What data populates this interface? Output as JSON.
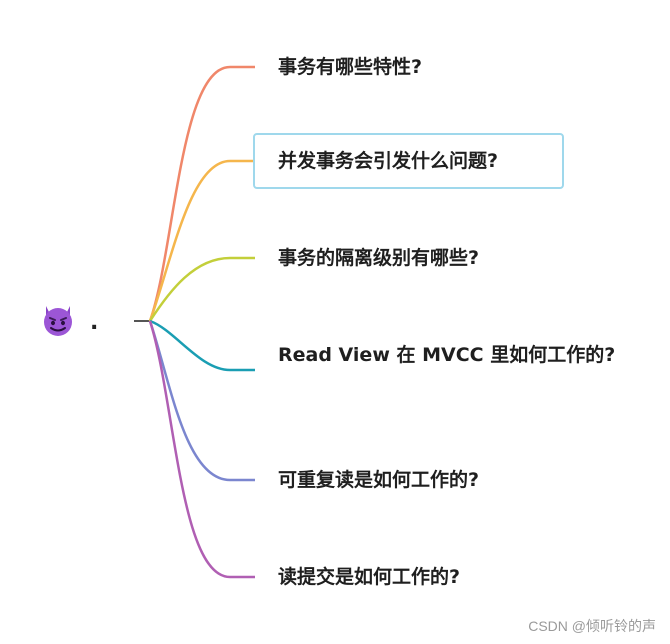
{
  "root": {
    "icon": "devil-emoji-icon",
    "label": "."
  },
  "branches": [
    {
      "label": "事务有哪些特性?",
      "color": "#f0876a"
    },
    {
      "label": "并发事务会引发什么问题?",
      "color": "#f5b64c",
      "highlighted": true
    },
    {
      "label": "事务的隔离级别有哪些?",
      "color": "#c3cf3a"
    },
    {
      "label": "Read View 在 MVCC 里如何工作的?",
      "color": "#1a9eb3"
    },
    {
      "label": "可重复读是如何工作的?",
      "color": "#7b86cf"
    },
    {
      "label": "读提交是如何工作的?",
      "color": "#b05fb3"
    }
  ],
  "watermark": "CSDN @倾听铃的声"
}
